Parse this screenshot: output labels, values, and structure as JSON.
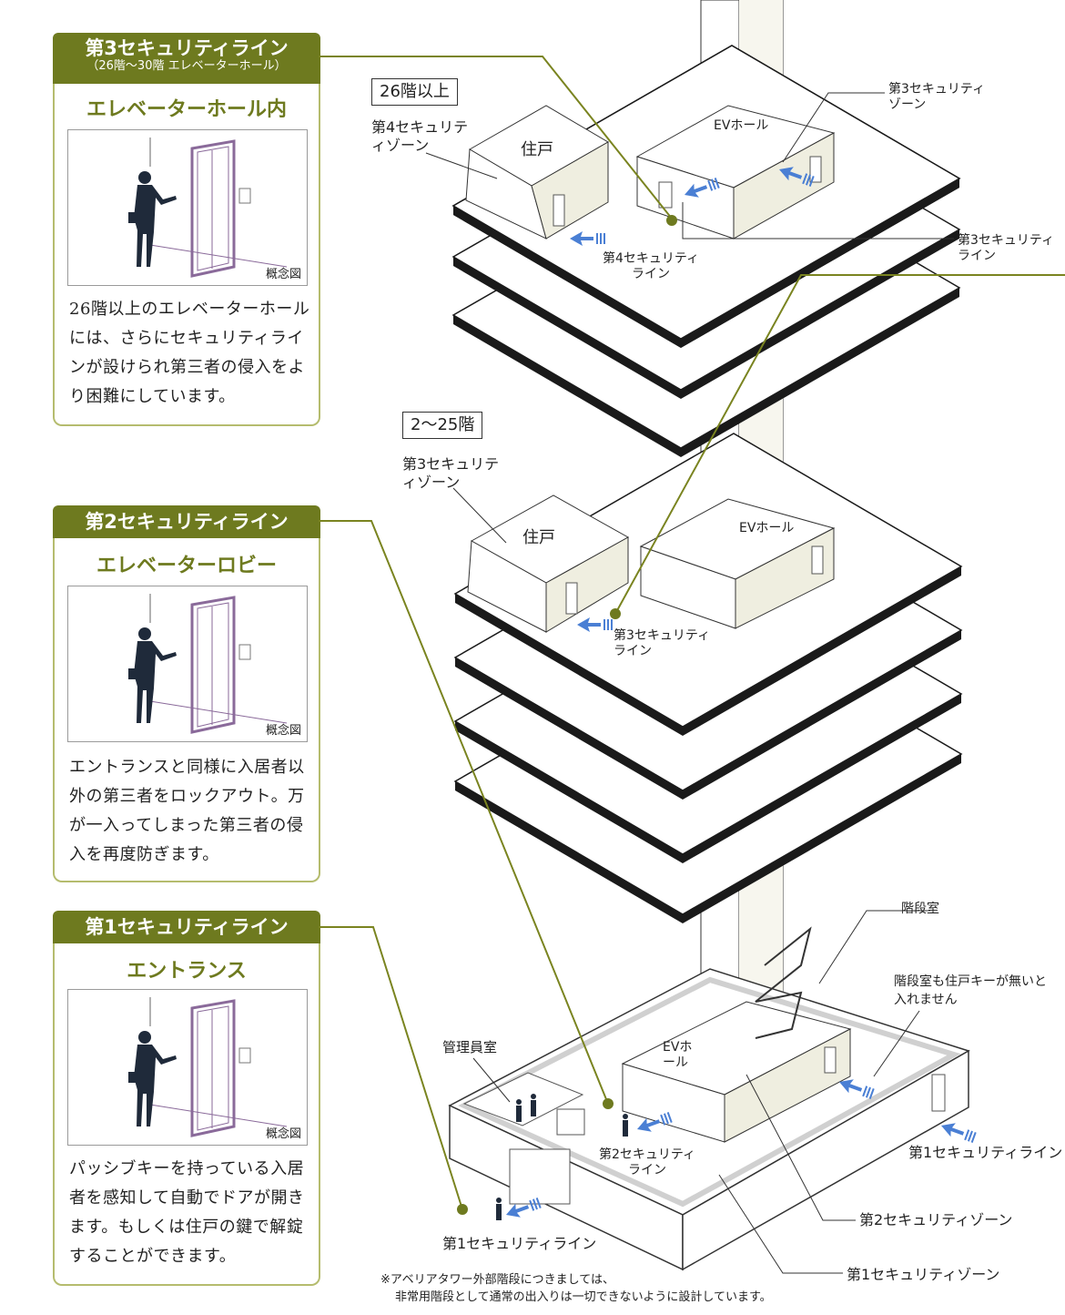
{
  "panels": [
    {
      "title": "第3セキュリティライン",
      "subtitle": "（26階～30階 エレベーターホール）",
      "heading": "エレベーターホール内",
      "caption": "概念図",
      "description": "26階以上のエレベーターホールには、さらにセキュリティラインが設けられ第三者の侵入をより困難にしています。"
    },
    {
      "title": "第2セキュリティライン",
      "heading": "エレベーターロビー",
      "caption": "概念図",
      "description": "エントランスと同様に入居者以外の第三者をロックアウト。万が一入ってしまった第三者の侵入を再度防ぎます。"
    },
    {
      "title": "第1セキュリティライン",
      "heading": "エントランス",
      "caption": "概念図",
      "description": "パッシブキーを持っている入居者を感知して自動でドアが開きます。もしくは住戸の鍵で解錠することができます。"
    }
  ],
  "diagram": {
    "upper_floor_label": "26階以上",
    "middle_floor_label": "2～25階",
    "labels": {
      "zone4": "第4セキュリティゾーン",
      "zone3_upper": "第3セキュリティゾーン",
      "unit_upper": "住戸",
      "evhall_upper": "EVホール",
      "line4": "第4セキュリティライン",
      "line3_upper": "第3セキュリティライン",
      "zone3_mid": "第3セキュリティゾーン",
      "unit_mid": "住戸",
      "evhall_mid": "EVホール",
      "line3_mid": "第3セキュリティライン",
      "stairwell": "階段室",
      "stair_note": "階段室も住戸キーが無いと入れません",
      "manager_room": "管理員室",
      "evhall_ground": "EVホール",
      "line2": "第2セキュリティライン",
      "line1_right": "第1セキュリティライン",
      "line1_left": "第1セキュリティライン",
      "zone2": "第2セキュリティゾーン",
      "zone1": "第1セキュリティゾーン"
    },
    "note_line1": "※アベリアタワー外部階段につきましては、",
    "note_line2": "非常用階段として通常の出入りは一切できないように設計しています。"
  },
  "colors": {
    "accent": "#6e7a1f",
    "border": "#b5bc6e",
    "arrow": "#4a7fd4",
    "floor_shadow": "#1a1a1a",
    "wall_shade": "#efeee0"
  }
}
